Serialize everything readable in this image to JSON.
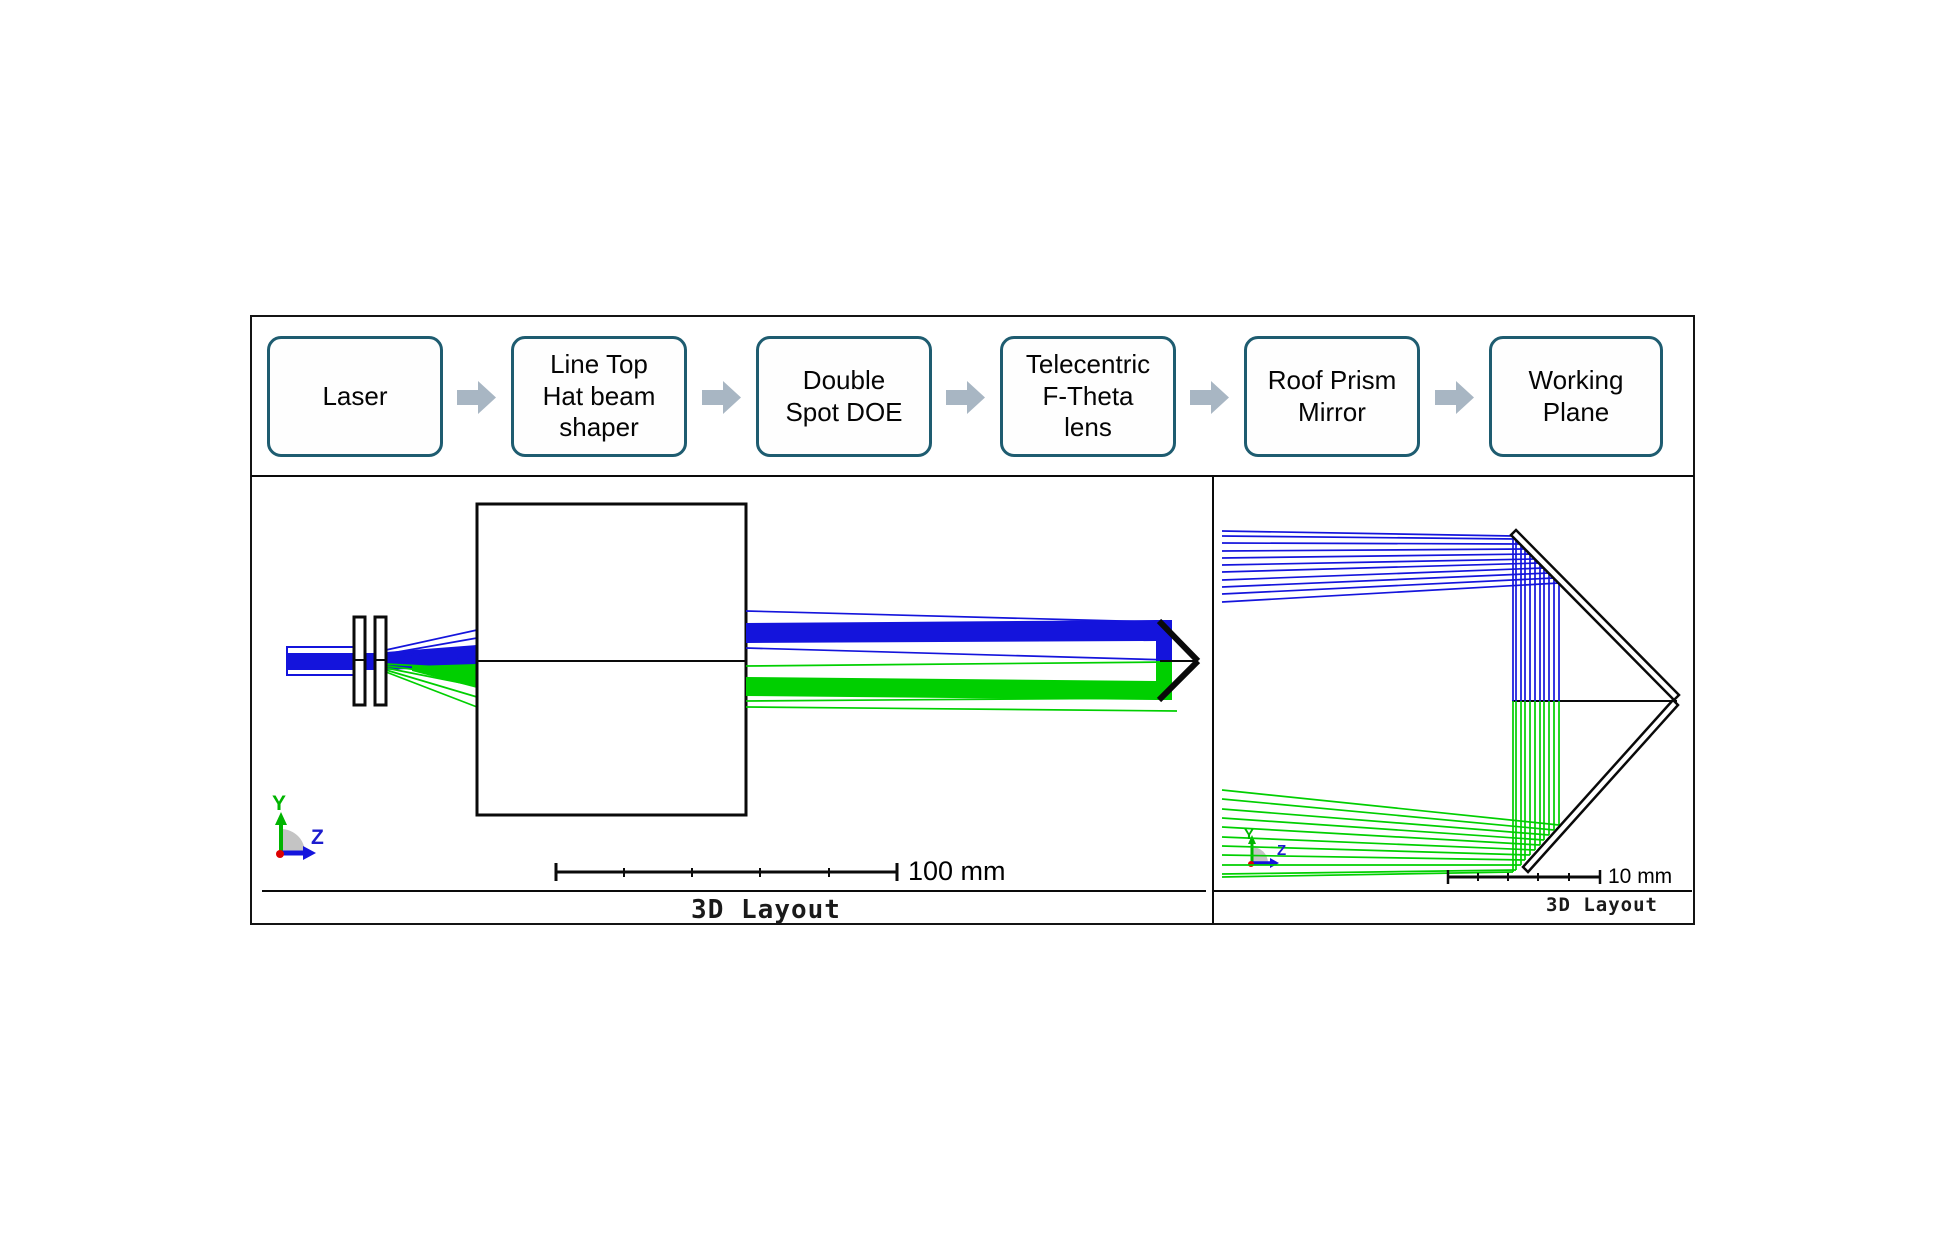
{
  "flowchart": {
    "steps": [
      {
        "label": "Laser"
      },
      {
        "label": "Line Top\nHat beam\nshaper"
      },
      {
        "label": "Double\nSpot DOE"
      },
      {
        "label": "Telecentric\nF-Theta\nlens"
      },
      {
        "label": "Roof Prism\nMirror"
      },
      {
        "label": "Working\nPlane"
      }
    ]
  },
  "left_panel": {
    "title": "3D Layout",
    "scale_label": "100 mm",
    "axis": {
      "y": "Y",
      "z": "Z"
    }
  },
  "right_panel": {
    "title": "3D Layout",
    "scale_label": "10 mm",
    "axis": {
      "y": "Y",
      "z": "Z"
    }
  },
  "colors": {
    "ray_blue": "#1414dc",
    "ray_green": "#00cf00",
    "flow_box_border": "#1e5c70",
    "flow_arrow_fill": "#a8b6c3",
    "outline_black": "#0a0a0a",
    "triad_y_green": "#00b400",
    "triad_z_blue": "#1414dd",
    "triad_origin_red": "#dd0000",
    "triad_disc_gray": "#c4c4c4"
  }
}
